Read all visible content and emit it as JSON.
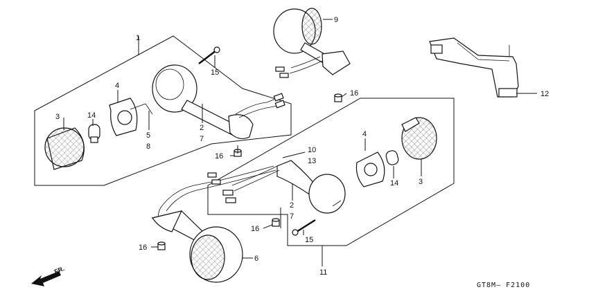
{
  "callouts": {
    "n1": "1",
    "n2a": "2",
    "n7a": "7",
    "n3a": "3",
    "n4a": "4",
    "n5": "5",
    "n8": "8",
    "n14a": "14",
    "n15a": "15",
    "n16a": "16",
    "n9": "9",
    "n16b": "16",
    "n12": "12",
    "n10": "10",
    "n13": "13",
    "n4b": "4",
    "n3b": "3",
    "n14b": "14",
    "n2b": "2",
    "n7b": "7",
    "n16c": "16",
    "n15b": "15",
    "n16d": "16",
    "n6": "6",
    "n11": "11"
  },
  "direction_label": "FR.",
  "diagram_code": "GT8M— F2100"
}
